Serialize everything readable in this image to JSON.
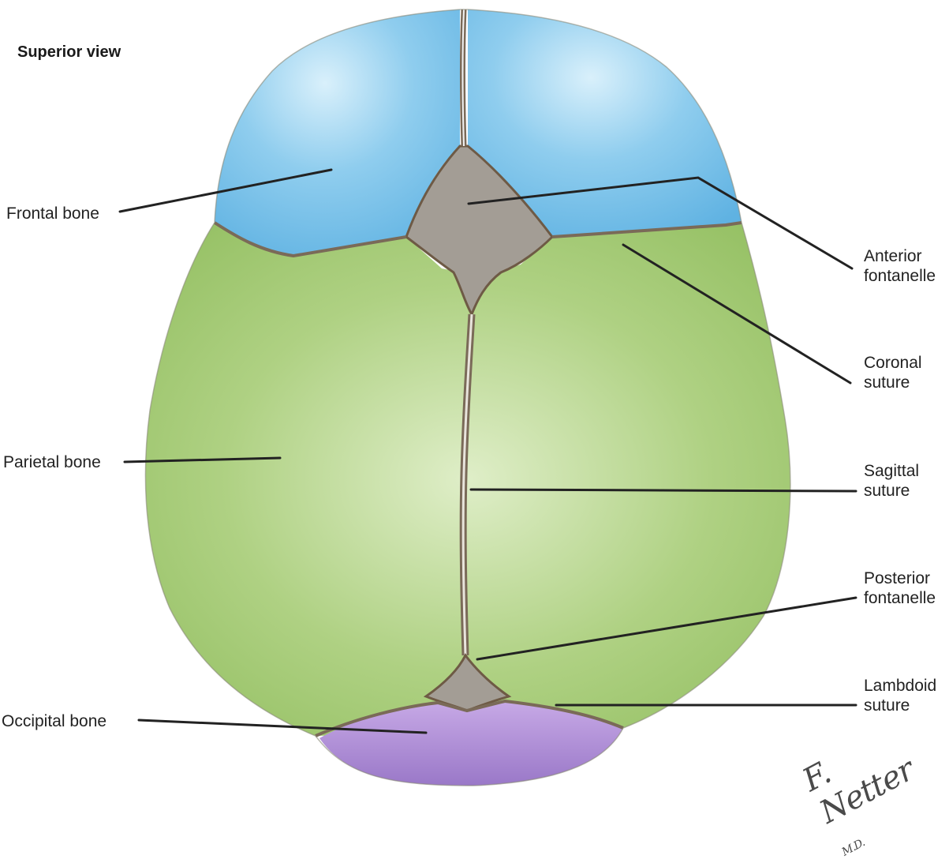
{
  "view_title": "Superior view",
  "labels": {
    "frontal_bone": "Frontal bone",
    "parietal_bone": "Parietal bone",
    "occipital_bone": "Occipital bone",
    "anterior_fontanelle": [
      "Anterior",
      "fontanelle"
    ],
    "coronal_suture": [
      "Coronal",
      "suture"
    ],
    "sagittal_suture": [
      "Sagittal",
      "suture"
    ],
    "posterior_fontanelle": [
      "Posterior",
      "fontanelle"
    ],
    "lambdoid_suture": [
      "Lambdoid",
      "suture"
    ]
  },
  "signature": "F. Netter M.D.",
  "colors": {
    "frontal": "#7ec6ea",
    "parietal": "#a9cc78",
    "occipital": "#b08fd0",
    "fontanelle": "#9a948c",
    "leader_line": "#222222"
  }
}
